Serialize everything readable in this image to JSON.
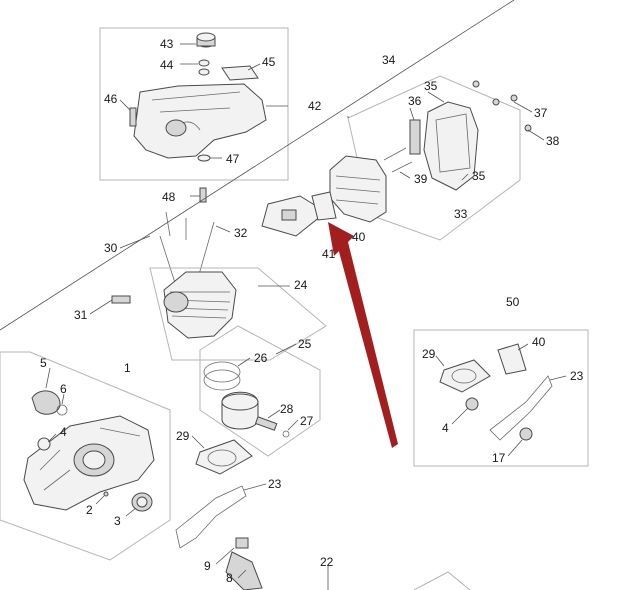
{
  "callouts": {
    "n43": "43",
    "n44": "44",
    "n45": "45",
    "n46": "46",
    "n42": "42",
    "n47": "47",
    "n48": "48",
    "n30": "30",
    "n32": "32",
    "n24": "24",
    "n31": "31",
    "n25": "25",
    "n26": "26",
    "n28": "28",
    "n27": "27",
    "n29a": "29",
    "n23a": "23",
    "n5": "5",
    "n6": "6",
    "n4a": "4",
    "n1": "1",
    "n2": "2",
    "n3": "3",
    "n9": "9",
    "n8": "8",
    "n22": "22",
    "n34": "34",
    "n35a": "35",
    "n36": "36",
    "n37": "37",
    "n38": "38",
    "n39": "39",
    "n35b": "35",
    "n33": "33",
    "n40a": "40",
    "n41": "41",
    "n50": "50",
    "n29b": "29",
    "n40b": "40",
    "n23b": "23",
    "n4b": "4",
    "n17": "17"
  },
  "colors": {
    "arrow": "#a31f1f",
    "frame": "#b5b5b5",
    "line": "#4a4a4a"
  }
}
